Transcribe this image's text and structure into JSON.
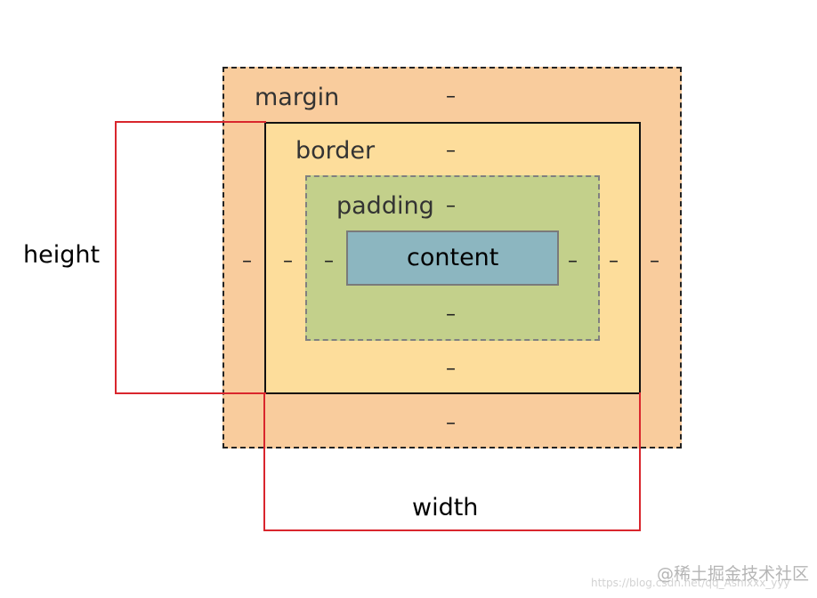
{
  "layers": {
    "margin": {
      "label": "margin",
      "value": "–",
      "color": "#f9cc9d"
    },
    "border": {
      "label": "border",
      "value": "–",
      "color": "#fddd9b"
    },
    "padding": {
      "label": "padding",
      "value": "–",
      "color": "#c3d08b"
    },
    "content": {
      "label": "content",
      "color": "#8cb6c0"
    }
  },
  "dimensions": {
    "height_label": "height",
    "width_label": "width",
    "bracket_color": "#d9262d"
  },
  "watermark": {
    "text": "@稀土掘金技术社区",
    "url": "https://blog.csdn.net/qq_Ashlxxx_yyy"
  }
}
